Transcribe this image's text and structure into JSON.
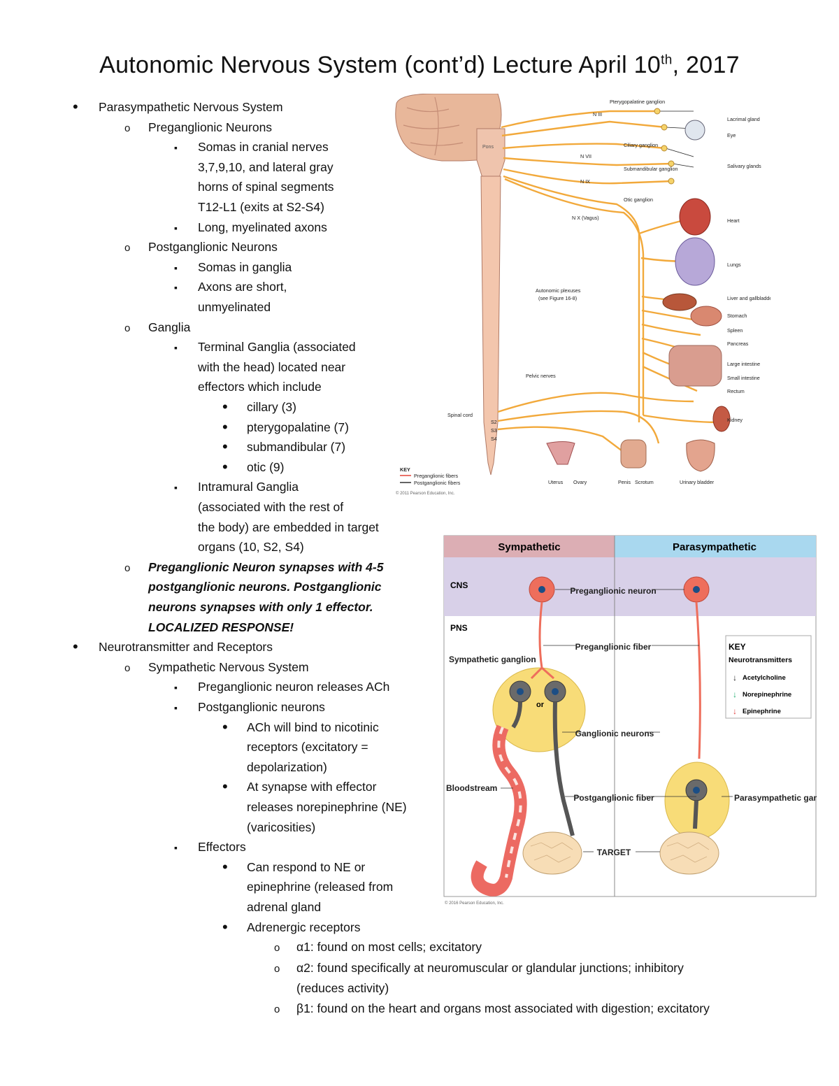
{
  "title": {
    "main": "Autonomic Nervous System (cont’d) Lecture April 10",
    "sup": "th",
    "tail": ", 2017"
  },
  "notes": [
    {
      "text": "Parasympathetic Nervous System",
      "level": 0
    },
    {
      "text": "Preganglionic Neurons",
      "level": 1
    },
    {
      "text": "Somas in cranial nerves",
      "level": 2
    },
    {
      "text": "3,7,9,10, and lateral gray",
      "level": 2,
      "cont": true
    },
    {
      "text": "horns of spinal segments",
      "level": 2,
      "cont": true
    },
    {
      "text": "T12-L1 (exits at S2-S4)",
      "level": 2,
      "cont": true
    },
    {
      "text": "Long, myelinated axons",
      "level": 2
    },
    {
      "text": "Postganglionic Neurons",
      "level": 1
    },
    {
      "text": "Somas in ganglia",
      "level": 2
    },
    {
      "text": "Axons are short,",
      "level": 2
    },
    {
      "text": "unmyelinated",
      "level": 2,
      "cont": true
    },
    {
      "text": "Ganglia",
      "level": 1
    },
    {
      "text": "Terminal Ganglia (associated",
      "level": 2
    },
    {
      "text": "with the head) located near",
      "level": 2,
      "cont": true
    },
    {
      "text": "effectors which include",
      "level": 2,
      "cont": true
    },
    {
      "text": "cillary (3)",
      "level": 3
    },
    {
      "text": "pterygopalatine (7)",
      "level": 3
    },
    {
      "text": "submandibular (7)",
      "level": 3
    },
    {
      "text": "otic (9)",
      "level": 3
    },
    {
      "text": "Intramural Ganglia",
      "level": 2
    },
    {
      "text": "(associated with the rest of",
      "level": 2,
      "cont": true
    },
    {
      "text": "the body) are embedded in target",
      "level": 2,
      "cont": true
    },
    {
      "text": "organs (10, S2, S4)",
      "level": 2,
      "cont": true
    },
    {
      "text": "Preganglionic Neuron synapses with 4-5",
      "level": 1,
      "bi": true
    },
    {
      "text": "postganglionic neurons. Postganglionic",
      "level": 1,
      "cont": true,
      "bi": true
    },
    {
      "text": "neurons synapses with only 1 effector.",
      "level": 1,
      "cont": true,
      "bi": true
    },
    {
      "text": "LOCALIZED RESPONSE!",
      "level": 1,
      "cont": true,
      "bi": true
    },
    {
      "text": "Neurotransmitter and Receptors",
      "level": 0
    },
    {
      "text": "Sympathetic Nervous System",
      "level": 1
    },
    {
      "text": "Preganglionic neuron releases ACh",
      "level": 2
    },
    {
      "text": "Postganglionic neurons",
      "level": 2
    },
    {
      "text": "ACh will bind to nicotinic",
      "level": 3
    },
    {
      "text": "receptors (excitatory =",
      "level": 3,
      "cont": true
    },
    {
      "text": "depolarization)",
      "level": 3,
      "cont": true
    },
    {
      "text": "At synapse with effector",
      "level": 3
    },
    {
      "text": "releases norepinephrine (NE)",
      "level": 3,
      "cont": true
    },
    {
      "text": "(varicosities)",
      "level": 3,
      "cont": true
    },
    {
      "text": "Effectors",
      "level": 2
    },
    {
      "text": "Can respond to NE or",
      "level": 3
    },
    {
      "text": "epinephrine (released from",
      "level": 3,
      "cont": true
    },
    {
      "text": "adrenal gland",
      "level": 3,
      "cont": true
    },
    {
      "text": "Adrenergic receptors",
      "level": 3
    },
    {
      "text": "α1: found on most cells; excitatory",
      "level": 4
    },
    {
      "text": "α2: found specifically at neuromuscular or glandular junctions; inhibitory",
      "level": 4
    },
    {
      "text": "(reduces activity)",
      "level": 4,
      "cont": true
    },
    {
      "text": "β1: found on the heart and organs most associated with digestion; excitatory",
      "level": 4
    }
  ],
  "figure1": {
    "labels": {
      "pterygopalatine": "Pterygopalatine ganglion",
      "n3": "N III",
      "n7": "N VII",
      "n9": "N IX",
      "n10": "N X (Vagus)",
      "pons": "Pons",
      "ciliary": "Ciliary ganglion",
      "submandibular": "Submandibular ganglion",
      "otic": "Otic ganglion",
      "lacrimal": "Lacrimal gland",
      "eye": "Eye",
      "salivary": "Salivary glands",
      "heart": "Heart",
      "lungs": "Lungs",
      "plexuses": "Autonomic plexuses",
      "plexuses_ref": "(see Figure 16-8)",
      "liver": "Liver and gallbladder",
      "stomach": "Stomach",
      "spleen": "Spleen",
      "pancreas": "Pancreas",
      "large_int": "Large intestine",
      "small_int": "Small intestine",
      "rectum": "Rectum",
      "kidney": "Kidney",
      "pelvic": "Pelvic nerves",
      "spinal": "Spinal cord",
      "s2": "S2",
      "s3": "S3",
      "s4": "S4",
      "uterus": "Uterus",
      "ovary": "Ovary",
      "penis": "Penis",
      "scrotum": "Scrotum",
      "bladder": "Urinary bladder",
      "key_title": "KEY",
      "key_pre": "Preganglionic fibers",
      "key_post": "Postganglionic fibers",
      "copyright": "© 2011 Pearson Education, Inc."
    }
  },
  "figure2": {
    "headers": {
      "sympathetic": "Sympathetic",
      "parasympathetic": "Parasympathetic"
    },
    "labels": {
      "cns": "CNS",
      "pns": "PNS",
      "pre_neuron": "Preganglionic neuron",
      "pre_fiber": "Preganglionic fiber",
      "symp_ganglion": "Sympathetic ganglion",
      "or": "or",
      "ganglionic": "Ganglionic neurons",
      "bloodstream": "Bloodstream",
      "post_fiber": "Postganglionic fiber",
      "target": "TARGET",
      "para_ganglion": "Parasympathetic ganglion",
      "key": "KEY",
      "nt": "Neurotransmitters",
      "ach": "Acetylcholine",
      "ne": "Norepinephrine",
      "epi": "Epinephrine",
      "copyright": "© 2016 Pearson Education, Inc."
    },
    "colors": {
      "symp_header": "#dcaeb4",
      "para_header": "#a9d8ef",
      "cns_band": "#d8d0e8",
      "neuron": "#ee6e5c",
      "ganglion": "#f8dc78",
      "post_fiber": "#555555",
      "ach": "#222222",
      "ne": "#1bab6c",
      "epi": "#e03a3a"
    }
  }
}
